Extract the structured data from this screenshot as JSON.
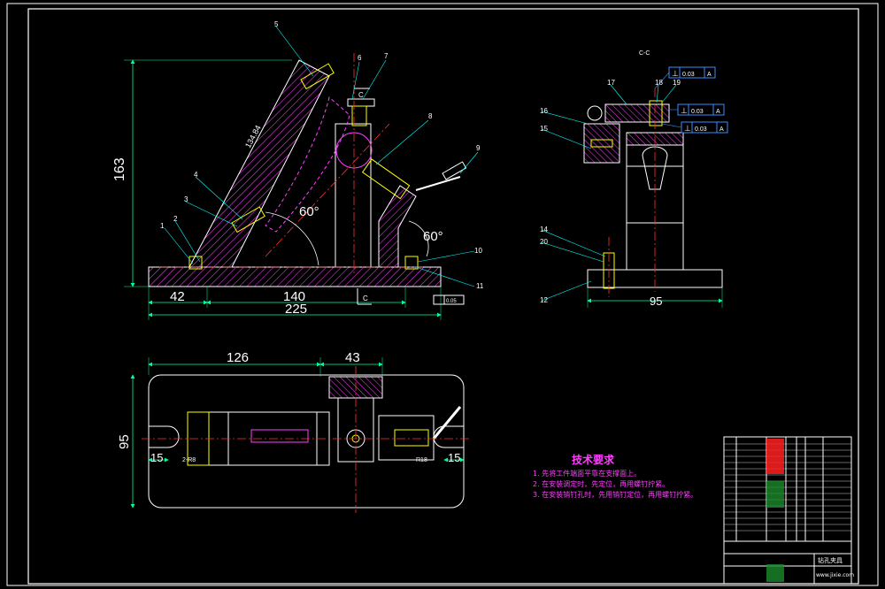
{
  "colors": {
    "background": "#000000",
    "outline": "#ffffff",
    "part": "#ff40ff",
    "hatch": "#ff40ff",
    "fastener": "#ffff00",
    "centerline": "#ff3030",
    "dimension": "#00ff99",
    "leader": "#00ffff",
    "tolerance": "#3a8cff",
    "hidden": "#ff3030"
  },
  "front_view": {
    "dimensions": {
      "height_total": "163",
      "base_left": "42",
      "base_mid": "140",
      "base_total": "225",
      "angle_main": "60°",
      "angle_side": "60°",
      "diag_length": "134.84"
    },
    "section_marker": "C",
    "flatness_box": "0.05",
    "balloons": [
      "1",
      "2",
      "3",
      "4",
      "5",
      "6",
      "7",
      "8",
      "9",
      "10",
      "11"
    ]
  },
  "side_view": {
    "view_label": "C-C",
    "width": "95",
    "balloons": [
      "12",
      "14",
      "15",
      "16",
      "17",
      "18",
      "19",
      "20"
    ],
    "tolerances": [
      {
        "symbol": "⊥",
        "value": "0.03",
        "datum": "A"
      },
      {
        "symbol": "⊥",
        "value": "0.03",
        "datum": "A"
      },
      {
        "symbol": "⊥",
        "value": "0.03",
        "datum": "A"
      }
    ]
  },
  "top_view": {
    "dimensions": {
      "length_left": "126",
      "length_right": "43",
      "width": "95",
      "slot_left": "15",
      "slot_right": "15"
    },
    "hole_left": "2-R8",
    "hole_right": "R18"
  },
  "tech_requirements": {
    "title": "技术要求",
    "lines": [
      "1. 先将工件端面平靠在支撑面上。",
      "2. 在安装调定时，先定位，再用螺钉拧紧。",
      "3. 在安装销钉孔时，先用销钉定位，再用螺钉拧紧。"
    ]
  },
  "title_block": {
    "drawing_name": "钻孔夹具",
    "website": "www.jixie.com"
  }
}
